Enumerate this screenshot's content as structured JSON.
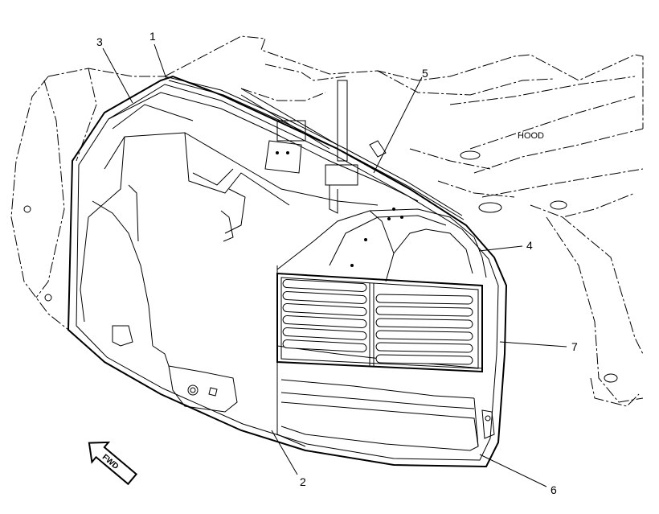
{
  "diagram": {
    "hood_label": "HOOD",
    "fwd_label": "FWD",
    "callouts": [
      {
        "id": "1",
        "text": "1"
      },
      {
        "id": "2",
        "text": "2"
      },
      {
        "id": "3",
        "text": "3"
      },
      {
        "id": "4",
        "text": "4"
      },
      {
        "id": "5",
        "text": "5"
      },
      {
        "id": "6",
        "text": "6"
      },
      {
        "id": "7",
        "text": "7"
      }
    ]
  }
}
